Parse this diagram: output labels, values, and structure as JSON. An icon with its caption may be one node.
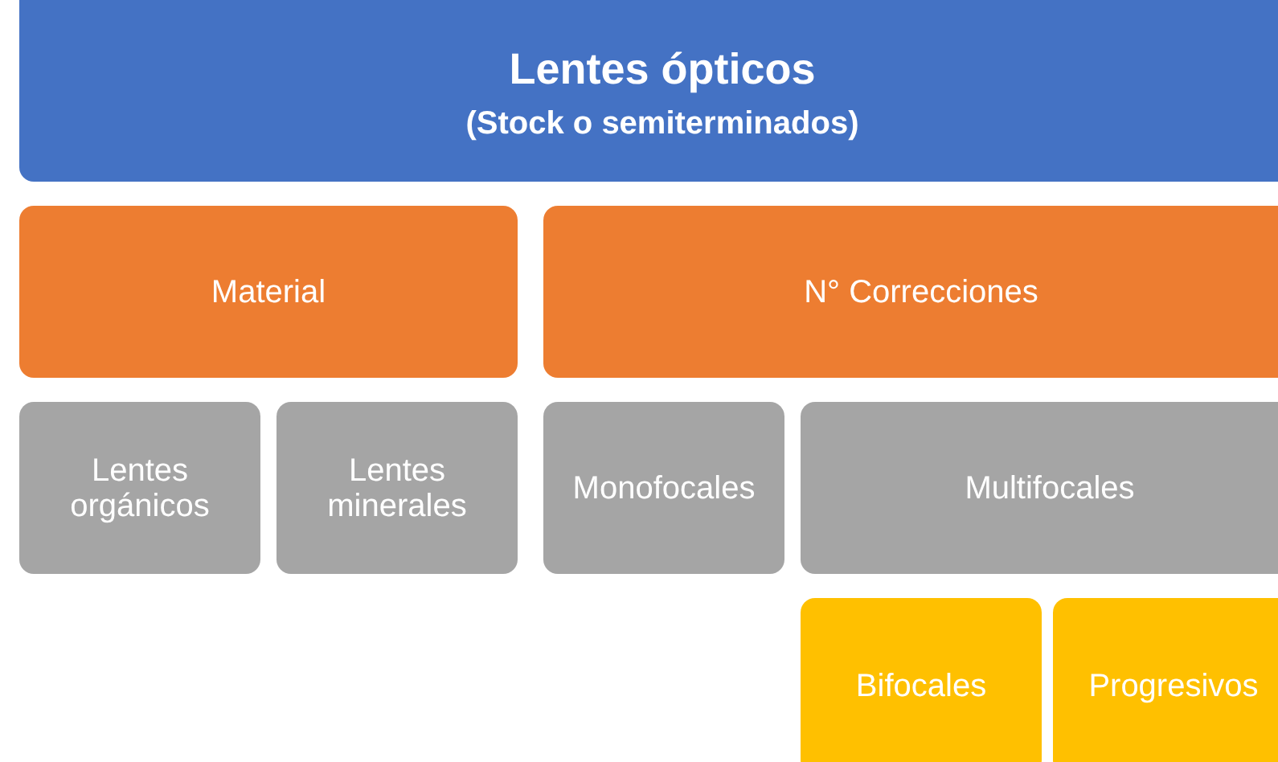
{
  "diagram": {
    "nodes": [
      {
        "text": [
          "Lentes ópticos",
          "(Stock o semiterminados)"
        ]
      },
      {
        "text": [
          "Material"
        ]
      },
      {
        "text": [
          "N° Correcciones"
        ]
      },
      {
        "text": [
          "Lentes orgánicos"
        ]
      },
      {
        "text": [
          "Lentes minerales"
        ]
      },
      {
        "text": [
          "Monofocales"
        ]
      },
      {
        "text": [
          "Multifocales"
        ]
      },
      {
        "text": [
          "Bifocales"
        ]
      },
      {
        "text": [
          "Progresivos"
        ]
      }
    ],
    "edges": []
  }
}
